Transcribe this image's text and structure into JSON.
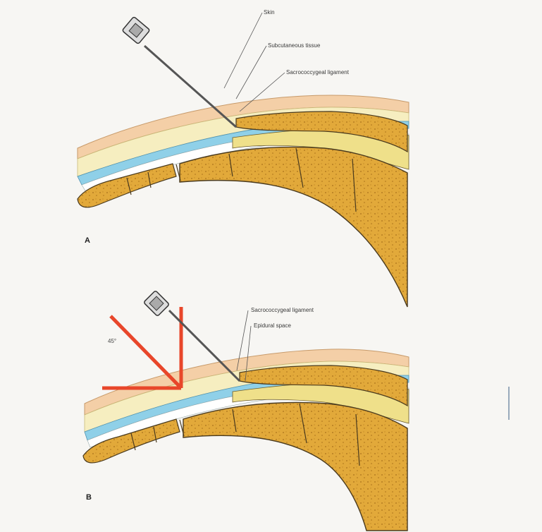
{
  "panel_a": {
    "letter": "A",
    "labels": {
      "skin": "Skin",
      "subcutaneous": "Subcutaneous tissue",
      "ligament": "Sacrococcygeal ligament"
    }
  },
  "panel_b": {
    "letter": "B",
    "angle": "45°",
    "labels": {
      "ligament": "Sacrococcygeal ligament",
      "epidural": "Epidural space"
    }
  },
  "colors": {
    "skin": "#f4cfa7",
    "subcutaneous": "#f6eec0",
    "ligament": "#8fd0e8",
    "bone": "#e2a93a",
    "bone_outline": "#4a3a1e",
    "guide_lines": "#e8462a"
  }
}
